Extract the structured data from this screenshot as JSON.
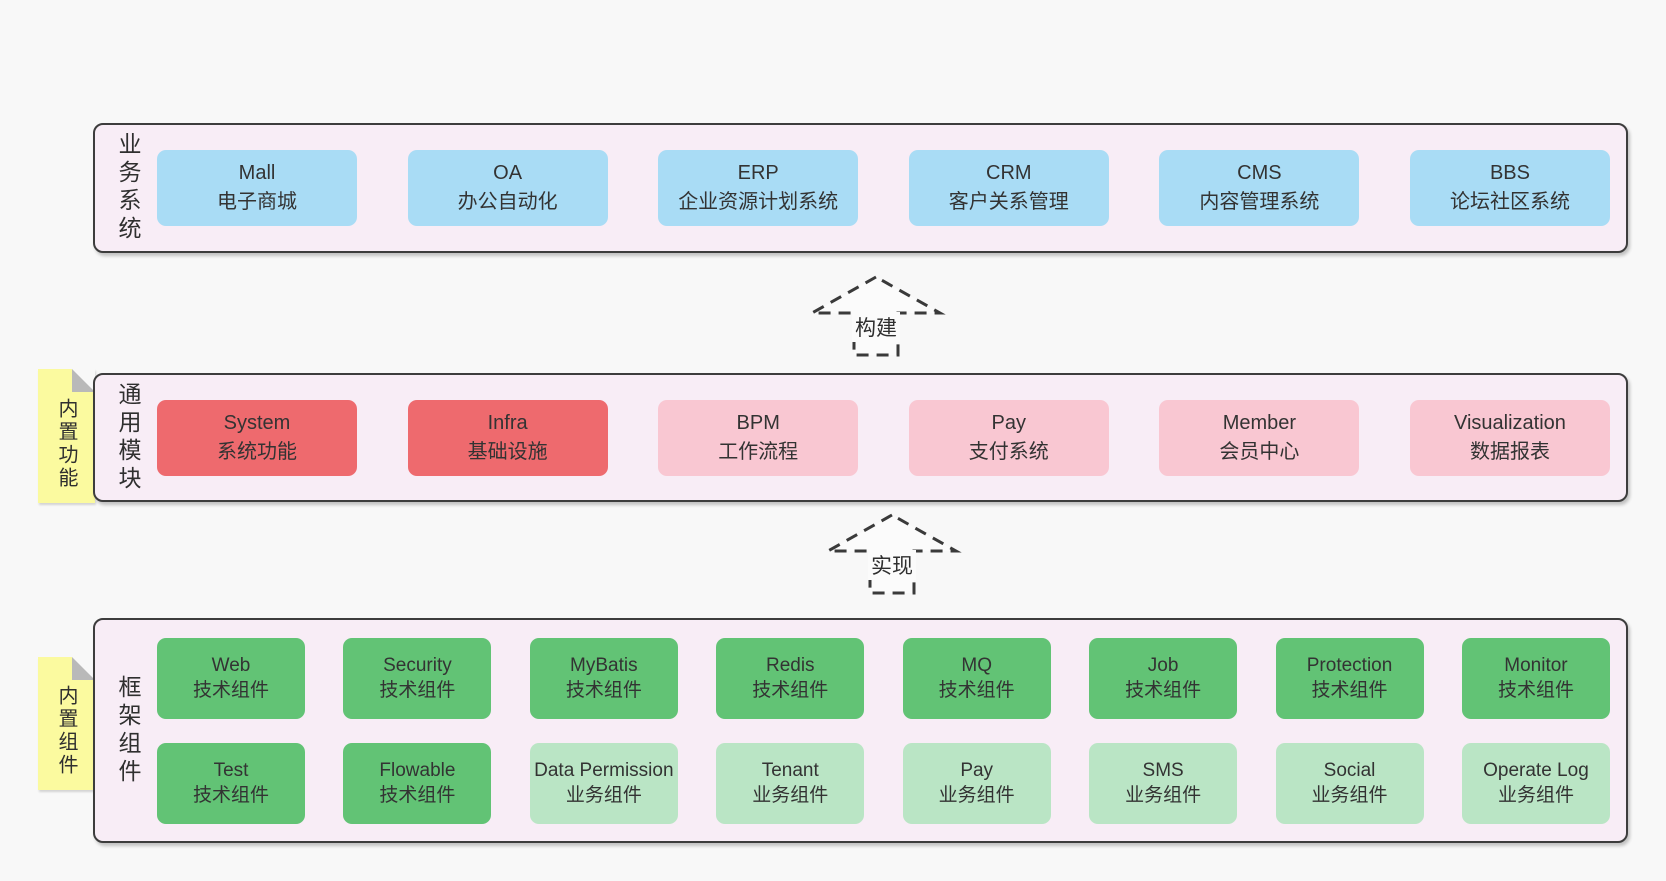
{
  "palette": {
    "page_bg": "#f8f8f8",
    "panel_bg": "#f8edf6",
    "panel_border": "#3d3d3d",
    "blue_box": "#a9dcf5",
    "red_box": "#ee6a6e",
    "pink_box": "#f9c7d2",
    "green_dark_box": "#62c375",
    "green_light_box": "#bae5c5",
    "note_bg": "#fbfa9f",
    "note_fold": "#b9b9b9",
    "text": "#333333"
  },
  "business": {
    "label": "业务系统",
    "boxes": [
      {
        "title": "Mall",
        "subtitle": "电子商城"
      },
      {
        "title": "OA",
        "subtitle": "办公自动化"
      },
      {
        "title": "ERP",
        "subtitle": "企业资源计划系统"
      },
      {
        "title": "CRM",
        "subtitle": "客户关系管理"
      },
      {
        "title": "CMS",
        "subtitle": "内容管理系统"
      },
      {
        "title": "BBS",
        "subtitle": "论坛社区系统"
      }
    ]
  },
  "arrows": {
    "build": "构建",
    "implement": "实现"
  },
  "modules": {
    "label": "通用模块",
    "note": "内置功能",
    "boxes": [
      {
        "title": "System",
        "subtitle": "系统功能",
        "variant": "red"
      },
      {
        "title": "Infra",
        "subtitle": "基础设施",
        "variant": "red"
      },
      {
        "title": "BPM",
        "subtitle": "工作流程",
        "variant": "pink"
      },
      {
        "title": "Pay",
        "subtitle": "支付系统",
        "variant": "pink"
      },
      {
        "title": "Member",
        "subtitle": "会员中心",
        "variant": "pink"
      },
      {
        "title": "Visualization",
        "subtitle": "数据报表",
        "variant": "pink"
      }
    ]
  },
  "components": {
    "label": "框架组件",
    "note": "内置组件",
    "row1": [
      {
        "title": "Web",
        "subtitle": "技术组件",
        "variant": "green-dark"
      },
      {
        "title": "Security",
        "subtitle": "技术组件",
        "variant": "green-dark"
      },
      {
        "title": "MyBatis",
        "subtitle": "技术组件",
        "variant": "green-dark"
      },
      {
        "title": "Redis",
        "subtitle": "技术组件",
        "variant": "green-dark"
      },
      {
        "title": "MQ",
        "subtitle": "技术组件",
        "variant": "green-dark"
      },
      {
        "title": "Job",
        "subtitle": "技术组件",
        "variant": "green-dark"
      },
      {
        "title": "Protection",
        "subtitle": "技术组件",
        "variant": "green-dark"
      },
      {
        "title": "Monitor",
        "subtitle": "技术组件",
        "variant": "green-dark"
      }
    ],
    "row2": [
      {
        "title": "Test",
        "subtitle": "技术组件",
        "variant": "green-dark"
      },
      {
        "title": "Flowable",
        "subtitle": "技术组件",
        "variant": "green-dark"
      },
      {
        "title": "Data Permission",
        "subtitle": "业务组件",
        "variant": "green-light"
      },
      {
        "title": "Tenant",
        "subtitle": "业务组件",
        "variant": "green-light"
      },
      {
        "title": "Pay",
        "subtitle": "业务组件",
        "variant": "green-light"
      },
      {
        "title": "SMS",
        "subtitle": "业务组件",
        "variant": "green-light"
      },
      {
        "title": "Social",
        "subtitle": "业务组件",
        "variant": "green-light"
      },
      {
        "title": "Operate Log",
        "subtitle": "业务组件",
        "variant": "green-light"
      }
    ]
  }
}
